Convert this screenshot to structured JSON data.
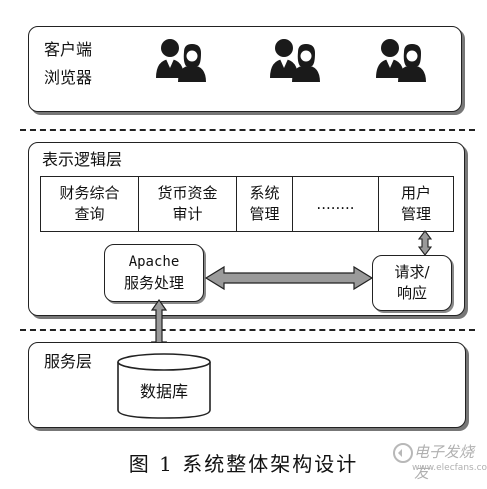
{
  "client_layer": {
    "label_line1": "客户端",
    "label_line2": "浏览器",
    "user_icon_count": 3
  },
  "presentation_layer": {
    "title": "表示逻辑层",
    "modules": [
      {
        "label": "财务综合\n查询"
      },
      {
        "label": "货币资金\n审计"
      },
      {
        "label": "系统\n管理"
      },
      {
        "label": "........"
      },
      {
        "label": "用户\n管理"
      }
    ],
    "apache_line1": "Apache",
    "apache_line2": "服务处理",
    "request_line1": "请求/",
    "request_line2": "响应"
  },
  "service_layer": {
    "title": "服务层",
    "database": "数据库"
  },
  "caption": "图 1  系统整体架构设计",
  "watermark": {
    "text": "电子发烧友",
    "url": "www.elecfans.com"
  }
}
